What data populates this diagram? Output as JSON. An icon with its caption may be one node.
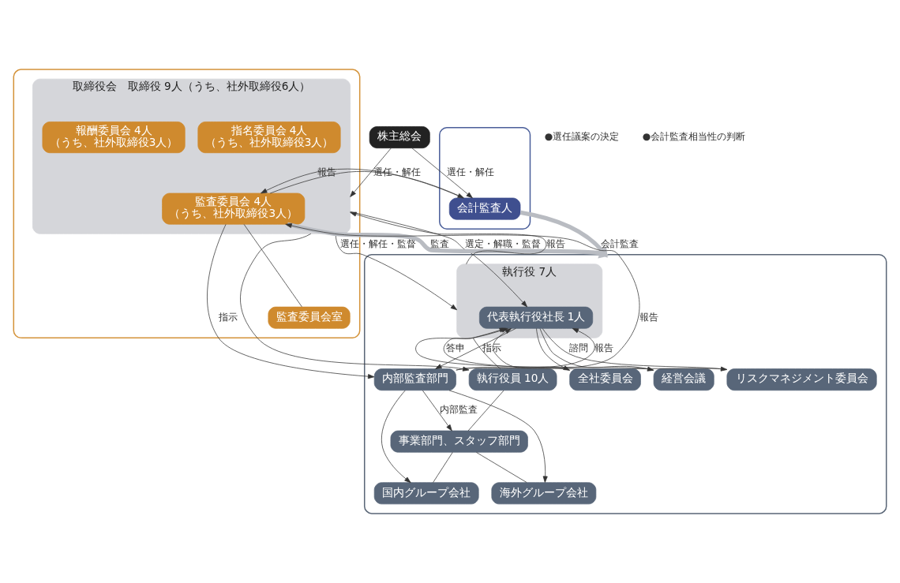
{
  "diagram": {
    "nodes": [
      {
        "text": [
          "株主総会"
        ]
      },
      {
        "text": [],
        "shape": "box"
      },
      {
        "text": [
          "取締役会　取締役 9人（うち、社外取締役6人）"
        ],
        "in": 1
      },
      {
        "text": [
          "指名委員会 4人",
          "（うち、社外取締役3人）"
        ],
        "in": 2
      },
      {
        "text": [
          "報酬委員会 4人",
          "（うち、社外取締役3人）"
        ],
        "in": 2
      },
      {
        "text": [
          "監査委員会 4人",
          "（うち、社外取締役3人）"
        ],
        "in": 2
      },
      {
        "text": [
          "監査委員会室"
        ],
        "in": 1
      },
      {
        "text": [],
        "shape": "box"
      },
      {
        "text": [
          "会計監査人"
        ],
        "in": 7
      },
      {
        "text": [],
        "shape": "box"
      },
      {
        "text": [
          "経営会議"
        ],
        "in": 9
      },
      {
        "text": [
          "リスクマネジメント委員会"
        ],
        "in": 9
      },
      {
        "text": [
          "全社委員会"
        ],
        "in": 9
      },
      {
        "text": [
          "執行役 7人"
        ],
        "in": 9
      },
      {
        "text": [
          "代表執行役社長 1人"
        ],
        "in": 13
      },
      {
        "text": [
          "内部監査部門"
        ],
        "in": 9
      },
      {
        "text": [
          "執行役員 10人"
        ],
        "in": 9
      },
      {
        "text": [
          "事業部門、スタッフ部門"
        ],
        "in": 9
      },
      {
        "text": [
          "国内グループ会社"
        ],
        "in": 9
      },
      {
        "text": [
          "海外グループ会社"
        ],
        "in": 9
      }
    ],
    "edges": [
      {
        "from": 0,
        "to": 2,
        "arrow": "to",
        "label": "選任・解任"
      },
      {
        "from": 0,
        "to": 8,
        "arrow": "to",
        "label": "選任・解任"
      },
      {
        "from": 8,
        "to": 5,
        "arrow": "to",
        "label": "報告"
      },
      {
        "from": 5,
        "to": 8,
        "arrow": "to"
      },
      {
        "from": 5,
        "to": 6,
        "arrow": "none"
      },
      {
        "from": 5,
        "to": 9,
        "arrow": "to",
        "label": "監査",
        "style": "thick",
        "color": "#b9bcc2"
      },
      {
        "from": 8,
        "to": 9,
        "arrow": "to",
        "label": "会計監査",
        "style": "thick",
        "color": "#b9bcc2"
      },
      {
        "from": 2,
        "to": 14,
        "arrow": "to",
        "label": "選定・解職・監督"
      },
      {
        "from": 13,
        "to": 2,
        "arrow": "to",
        "label": "報告"
      },
      {
        "from": 2,
        "to": 13,
        "arrow": "to",
        "label": "選任・解任・監督"
      },
      {
        "from": 2,
        "to": 16,
        "arrow": "to"
      },
      {
        "from": 5,
        "to": 15,
        "arrow": "to",
        "label": "指示"
      },
      {
        "from": 15,
        "to": 5,
        "arrow": "to",
        "label": "報告"
      },
      {
        "from": 14,
        "to": 10,
        "arrow": "to"
      },
      {
        "from": 14,
        "to": 11,
        "arrow": "to",
        "label": "諮問"
      },
      {
        "from": 14,
        "to": 12,
        "arrow": "to"
      },
      {
        "from": 10,
        "to": 14,
        "arrow": "to"
      },
      {
        "from": 11,
        "to": 14,
        "arrow": "to",
        "label": "答申"
      },
      {
        "from": 12,
        "to": 14,
        "arrow": "to"
      },
      {
        "from": 14,
        "to": 15,
        "arrow": "to",
        "label": "指示"
      },
      {
        "from": 15,
        "to": 14,
        "arrow": "to",
        "label": "報告"
      },
      {
        "from": 15,
        "to": 17,
        "arrow": "to",
        "label": "内部監査"
      },
      {
        "from": 15,
        "to": 18,
        "arrow": "to"
      },
      {
        "from": 15,
        "to": 19,
        "arrow": "to"
      },
      {
        "from": 13,
        "to": 16,
        "arrow": "none"
      },
      {
        "from": 16,
        "to": 17,
        "arrow": "none"
      },
      {
        "from": 17,
        "to": 18,
        "arrow": "none"
      },
      {
        "from": 17,
        "to": 19,
        "arrow": "none"
      }
    ],
    "labels": [
      "●選任議案の決定",
      "●会計監査相当性の判断"
    ]
  }
}
